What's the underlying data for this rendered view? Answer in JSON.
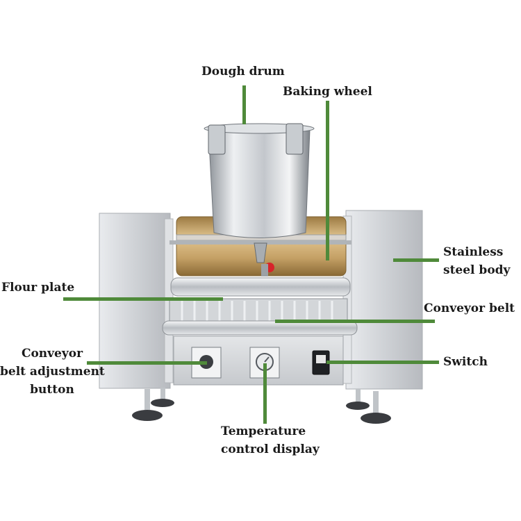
{
  "colors": {
    "leader": "#4f8a3a",
    "steel": "#c9ccd0",
    "brass": "#b8955a",
    "text": "#1a1a1a"
  },
  "labels": {
    "dough_drum": "Dough drum",
    "baking_wheel": "Baking wheel",
    "stainless_1": "Stainless",
    "stainless_2": "steel body",
    "flour_plate": "Flour plate",
    "conveyor_belt": "Conveyor belt",
    "conveyor_adj_1": "Conveyor",
    "conveyor_adj_2": "belt adjustment",
    "conveyor_adj_3": "button",
    "switch": "Switch",
    "temp_1": "Temperature",
    "temp_2": "control display"
  }
}
